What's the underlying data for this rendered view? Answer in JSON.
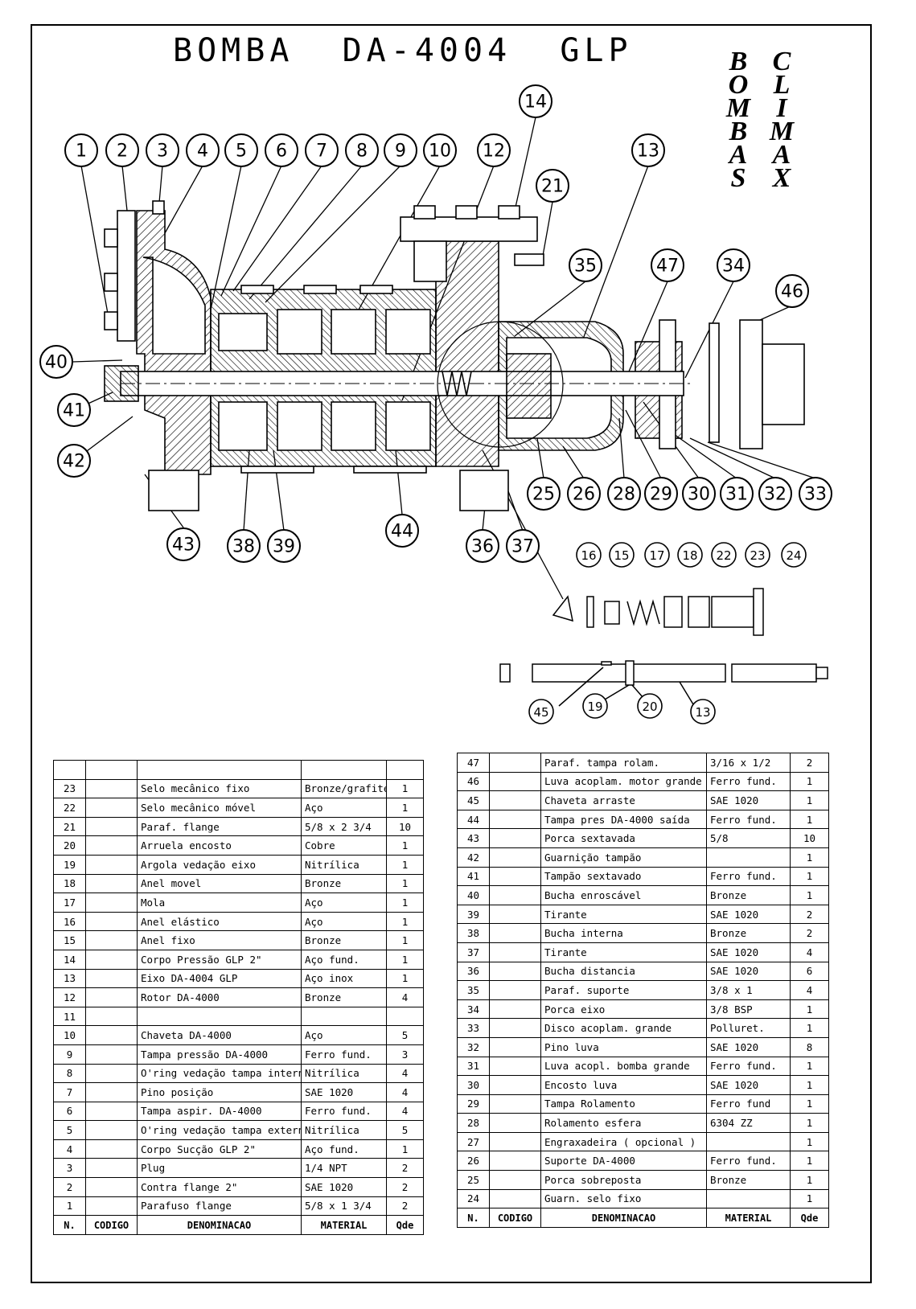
{
  "title": "BOMBA  DA-4004  GLP",
  "logo": {
    "col1": [
      "B",
      "O",
      "M",
      "B",
      "A",
      "S"
    ],
    "col2": [
      "C",
      "L",
      "I",
      "M",
      "A",
      "X"
    ]
  },
  "balloons": {
    "main": [
      "1",
      "2",
      "3",
      "4",
      "5",
      "6",
      "7",
      "8",
      "9",
      "10",
      "12",
      "13",
      "14",
      "21",
      "35",
      "47",
      "34",
      "46",
      "40",
      "41",
      "42",
      "43",
      "38",
      "39",
      "44",
      "36",
      "37",
      "25",
      "26",
      "28",
      "29",
      "30",
      "31",
      "32",
      "33"
    ],
    "seal": [
      "16",
      "15",
      "17",
      "18",
      "22",
      "23",
      "24"
    ],
    "shaft": [
      "45",
      "19",
      "20",
      "13"
    ]
  },
  "table_headers": {
    "n": "N.",
    "codigo": "CODIGO",
    "denominacao": "DENOMINACAO",
    "material": "MATERIAL",
    "qde": "Qde"
  },
  "left_table": [
    {
      "n": "",
      "code": "",
      "name": "",
      "material": "",
      "qty": ""
    },
    {
      "n": "23",
      "code": "",
      "name": "Selo mecânico fixo",
      "material": "Bronze/grafite",
      "qty": "1"
    },
    {
      "n": "22",
      "code": "",
      "name": "Selo mecânico móvel",
      "material": "Aço",
      "qty": "1"
    },
    {
      "n": "21",
      "code": "",
      "name": "Paraf. flange",
      "material": "5/8 x 2 3/4",
      "qty": "10"
    },
    {
      "n": "20",
      "code": "",
      "name": "Arruela encosto",
      "material": "Cobre",
      "qty": "1"
    },
    {
      "n": "19",
      "code": "",
      "name": "Argola vedação eixo",
      "material": "Nitrílica",
      "qty": "1"
    },
    {
      "n": "18",
      "code": "",
      "name": "Anel movel",
      "material": "Bronze",
      "qty": "1"
    },
    {
      "n": "17",
      "code": "",
      "name": "Mola",
      "material": "Aço",
      "qty": "1"
    },
    {
      "n": "16",
      "code": "",
      "name": "Anel elástico",
      "material": "Aço",
      "qty": "1"
    },
    {
      "n": "15",
      "code": "",
      "name": "Anel fixo",
      "material": "Bronze",
      "qty": "1"
    },
    {
      "n": "14",
      "code": "",
      "name": "Corpo Pressão GLP 2\"",
      "material": "Aço fund.",
      "qty": "1"
    },
    {
      "n": "13",
      "code": "",
      "name": "Eixo DA-4004 GLP",
      "material": "Aço inox",
      "qty": "1"
    },
    {
      "n": "12",
      "code": "",
      "name": "Rotor DA-4000",
      "material": "Bronze",
      "qty": "4"
    },
    {
      "n": "11",
      "code": "",
      "name": "",
      "material": "",
      "qty": ""
    },
    {
      "n": "10",
      "code": "",
      "name": "Chaveta DA-4000",
      "material": "Aço",
      "qty": "5"
    },
    {
      "n": "9",
      "code": "",
      "name": "Tampa pressão DA-4000",
      "material": "Ferro fund.",
      "qty": "3"
    },
    {
      "n": "8",
      "code": "",
      "name": "O'ring vedação tampa interno",
      "material": "Nitrílica",
      "qty": "4"
    },
    {
      "n": "7",
      "code": "",
      "name": "Pino posição",
      "material": "SAE 1020",
      "qty": "4"
    },
    {
      "n": "6",
      "code": "",
      "name": "Tampa aspir. DA-4000",
      "material": "Ferro fund.",
      "qty": "4"
    },
    {
      "n": "5",
      "code": "",
      "name": "O'ring vedação tampa externo",
      "material": "Nitrílica",
      "qty": "5"
    },
    {
      "n": "4",
      "code": "",
      "name": "Corpo Sucção GLP 2\"",
      "material": "Aço fund.",
      "qty": "1"
    },
    {
      "n": "3",
      "code": "",
      "name": "Plug",
      "material": "1/4 NPT",
      "qty": "2"
    },
    {
      "n": "2",
      "code": "",
      "name": "Contra flange 2\"",
      "material": "SAE 1020",
      "qty": "2"
    },
    {
      "n": "1",
      "code": "",
      "name": "Parafuso flange",
      "material": "5/8 x 1 3/4",
      "qty": "2"
    }
  ],
  "right_table": [
    {
      "n": "47",
      "code": "",
      "name": "Paraf. tampa rolam.",
      "material": "3/16 x 1/2",
      "qty": "2"
    },
    {
      "n": "46",
      "code": "",
      "name": "Luva acoplam. motor grande",
      "material": "Ferro fund.",
      "qty": "1"
    },
    {
      "n": "45",
      "code": "",
      "name": "Chaveta arraste",
      "material": "SAE 1020",
      "qty": "1"
    },
    {
      "n": "44",
      "code": "",
      "name": "Tampa pres DA-4000 saída",
      "material": "Ferro fund.",
      "qty": "1"
    },
    {
      "n": "43",
      "code": "",
      "name": "Porca sextavada",
      "material": "5/8",
      "qty": "10"
    },
    {
      "n": "42",
      "code": "",
      "name": "Guarnição tampão",
      "material": "",
      "qty": "1"
    },
    {
      "n": "41",
      "code": "",
      "name": "Tampão sextavado",
      "material": "Ferro fund.",
      "qty": "1"
    },
    {
      "n": "40",
      "code": "",
      "name": "Bucha enroscável",
      "material": "Bronze",
      "qty": "1"
    },
    {
      "n": "39",
      "code": "",
      "name": "Tirante",
      "material": "SAE 1020",
      "qty": "2"
    },
    {
      "n": "38",
      "code": "",
      "name": "Bucha interna",
      "material": "Bronze",
      "qty": "2"
    },
    {
      "n": "37",
      "code": "",
      "name": "Tirante",
      "material": "SAE 1020",
      "qty": "4"
    },
    {
      "n": "36",
      "code": "",
      "name": "Bucha distancia",
      "material": "SAE 1020",
      "qty": "6"
    },
    {
      "n": "35",
      "code": "",
      "name": "Paraf. suporte",
      "material": "3/8 x 1",
      "qty": "4"
    },
    {
      "n": "34",
      "code": "",
      "name": "Porca eixo",
      "material": "3/8 BSP",
      "qty": "1"
    },
    {
      "n": "33",
      "code": "",
      "name": "Disco acoplam. grande",
      "material": "Polluret.",
      "qty": "1"
    },
    {
      "n": "32",
      "code": "",
      "name": "Pino luva",
      "material": "SAE 1020",
      "qty": "8"
    },
    {
      "n": "31",
      "code": "",
      "name": "Luva acopl. bomba grande",
      "material": "Ferro fund.",
      "qty": "1"
    },
    {
      "n": "30",
      "code": "",
      "name": "Encosto luva",
      "material": "SAE 1020",
      "qty": "1"
    },
    {
      "n": "29",
      "code": "",
      "name": "Tampa Rolamento",
      "material": "Ferro fund",
      "qty": "1"
    },
    {
      "n": "28",
      "code": "",
      "name": "Rolamento esfera",
      "material": "6304 ZZ",
      "qty": "1"
    },
    {
      "n": "27",
      "code": "",
      "name": "Engraxadeira ( opcional )",
      "material": "",
      "qty": "1"
    },
    {
      "n": "26",
      "code": "",
      "name": "Suporte DA-4000",
      "material": "Ferro fund.",
      "qty": "1"
    },
    {
      "n": "25",
      "code": "",
      "name": "Porca sobreposta",
      "material": "Bronze",
      "qty": "1"
    },
    {
      "n": "24",
      "code": "",
      "name": "Guarn. selo fixo",
      "material": "",
      "qty": "1"
    }
  ]
}
